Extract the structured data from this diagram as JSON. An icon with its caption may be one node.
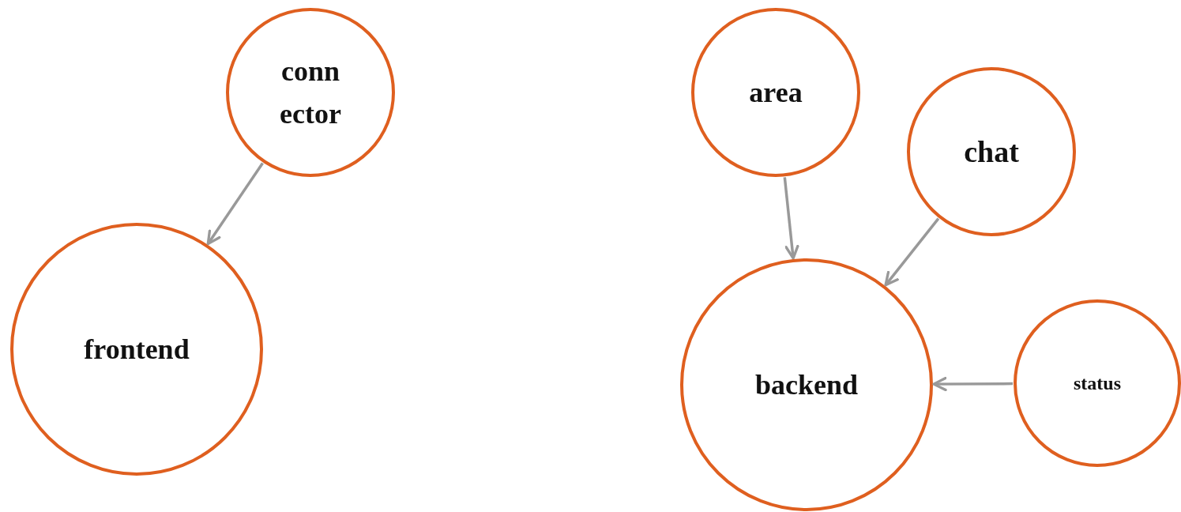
{
  "diagram": {
    "nodes": [
      {
        "text": [
          "conn ector"
        ]
      },
      {
        "text": [
          "frontend"
        ]
      },
      {
        "text": [
          "area"
        ]
      },
      {
        "text": [
          "chat"
        ]
      },
      {
        "text": [
          "backend"
        ]
      },
      {
        "text": [
          "status"
        ]
      }
    ],
    "edges": [
      {
        "from": 0,
        "to": 1,
        "arrow": "to"
      },
      {
        "from": 2,
        "to": 4,
        "arrow": "to"
      },
      {
        "from": 3,
        "to": 4,
        "arrow": "to"
      },
      {
        "from": 5,
        "to": 4,
        "arrow": "to"
      }
    ]
  }
}
